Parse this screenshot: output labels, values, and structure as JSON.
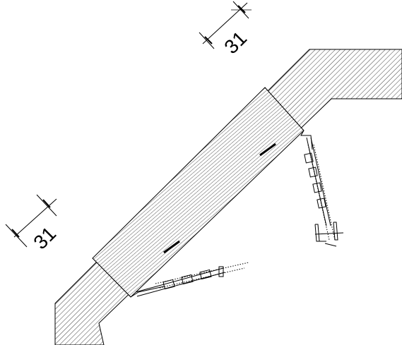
{
  "dimensions": [
    {
      "id": "upper",
      "label": "31"
    },
    {
      "id": "lower",
      "label": "31"
    }
  ],
  "colors": {
    "line": "#000000",
    "hatch": "#1a1a1a",
    "background": "#ffffff"
  }
}
